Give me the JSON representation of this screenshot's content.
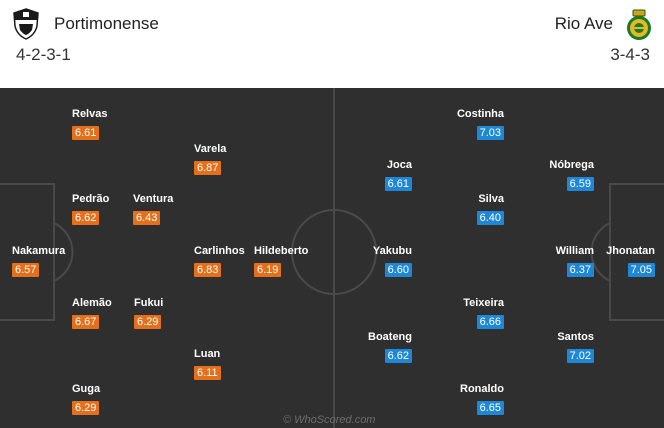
{
  "home": {
    "name": "Portimonense",
    "formation": "4-2-3-1",
    "crest_icon": "portimonense-crest-icon",
    "rating_color": "#e4701c",
    "players": [
      {
        "name": "Nakamura",
        "rating": "6.57"
      },
      {
        "name": "Relvas",
        "rating": "6.61"
      },
      {
        "name": "Pedrão",
        "rating": "6.62"
      },
      {
        "name": "Alemão",
        "rating": "6.67"
      },
      {
        "name": "Guga",
        "rating": "6.29"
      },
      {
        "name": "Ventura",
        "rating": "6.43"
      },
      {
        "name": "Fukui",
        "rating": "6.29"
      },
      {
        "name": "Varela",
        "rating": "6.87"
      },
      {
        "name": "Carlinhos",
        "rating": "6.83"
      },
      {
        "name": "Luan",
        "rating": "6.11"
      },
      {
        "name": "Hildeberto",
        "rating": "6.19"
      }
    ]
  },
  "away": {
    "name": "Rio Ave",
    "formation": "3-4-3",
    "crest_icon": "rio-ave-crest-icon",
    "rating_color": "#1e88d6",
    "players": [
      {
        "name": "Jhonatan",
        "rating": "7.05"
      },
      {
        "name": "Nóbrega",
        "rating": "6.59"
      },
      {
        "name": "William",
        "rating": "6.37"
      },
      {
        "name": "Santos",
        "rating": "7.02"
      },
      {
        "name": "Costinha",
        "rating": "7.03"
      },
      {
        "name": "Silva",
        "rating": "6.40"
      },
      {
        "name": "Teixeira",
        "rating": "6.66"
      },
      {
        "name": "Ronaldo",
        "rating": "6.65"
      },
      {
        "name": "Joca",
        "rating": "6.61"
      },
      {
        "name": "Yakubu",
        "rating": "6.60"
      },
      {
        "name": "Boateng",
        "rating": "6.62"
      }
    ]
  },
  "watermark": "© WhoScored.com",
  "pitch_color": "#2f2f2f"
}
